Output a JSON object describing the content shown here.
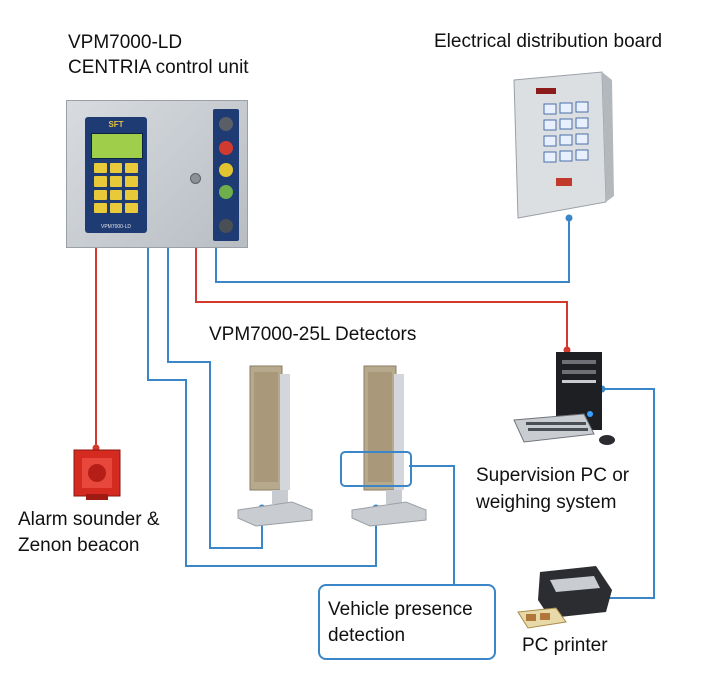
{
  "control_unit": {
    "title_line1": "VPM7000-LD",
    "title_line2": "CENTRIA control unit",
    "screen_brand": "SFT",
    "model_plate": "VPM7000-LD"
  },
  "distribution_board": {
    "label": "Electrical distribution board"
  },
  "detectors": {
    "label": "VPM7000-25L Detectors"
  },
  "supervision_pc": {
    "label_line1": "Supervision PC or",
    "label_line2": "weighing system"
  },
  "printer": {
    "label": "PC printer"
  },
  "alarm": {
    "label_line1": "Alarm sounder &",
    "label_line2": "Zenon beacon"
  },
  "vehicle_presence": {
    "label_line1": "Vehicle presence",
    "label_line2": "detection"
  },
  "colors": {
    "signal_wire": "#3a86c8",
    "alarm_wire": "#d23a2f",
    "panel": "#c9cdd2",
    "keypad": "#1f3b73"
  }
}
